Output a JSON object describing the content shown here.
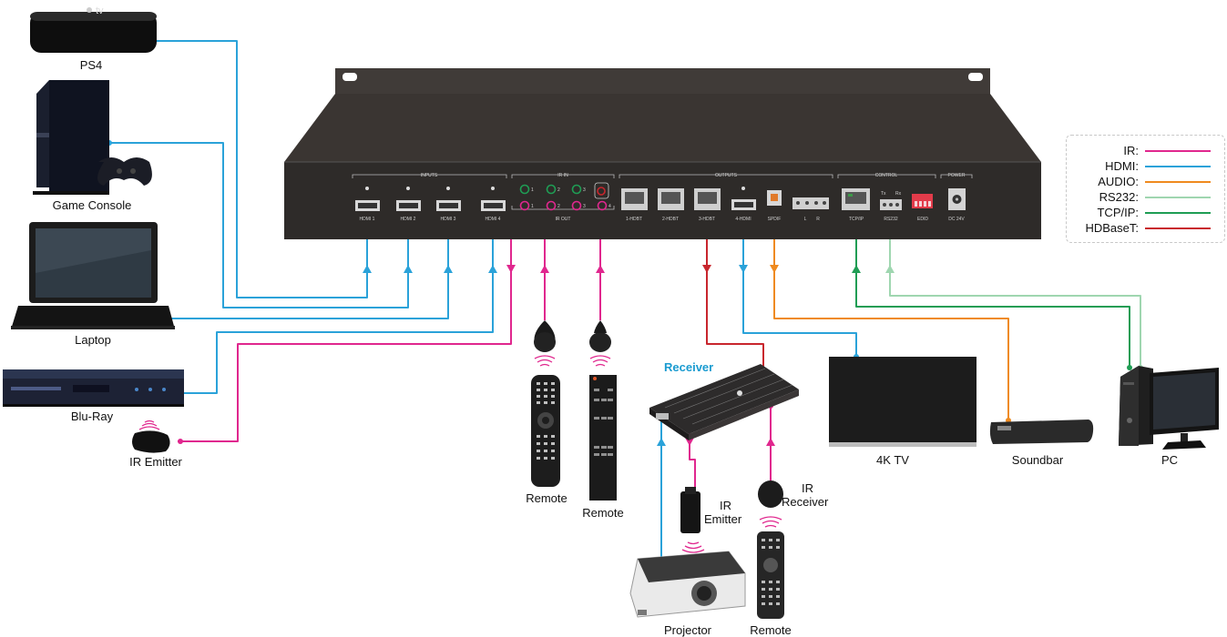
{
  "colors": {
    "ir": "#e0278e",
    "hdmi": "#2aa2d9",
    "audio": "#ef8a1f",
    "rs232": "#9fd6b0",
    "tcpip": "#1f9d54",
    "hdbaset": "#c8262d"
  },
  "legend": [
    {
      "label": "IR:",
      "color_key": "ir"
    },
    {
      "label": "HDMI:",
      "color_key": "hdmi"
    },
    {
      "label": "AUDIO:",
      "color_key": "audio"
    },
    {
      "label": "RS232:",
      "color_key": "rs232"
    },
    {
      "label": "TCP/IP:",
      "color_key": "tcpip"
    },
    {
      "label": "HDBaseT:",
      "color_key": "hdbaset"
    }
  ],
  "devices": {
    "apple_tv_brand": "tv",
    "ps4": "PS4",
    "game_console": "Game Console",
    "laptop": "Laptop",
    "bluray": "Blu-Ray",
    "ir_emitter_left": "IR Emitter",
    "remote_1": "Remote",
    "remote_2": "Remote",
    "receiver": "Receiver",
    "ir_emitter_rx_1": "IR",
    "ir_emitter_rx_2": "Emitter",
    "ir_receiver_1": "IR",
    "ir_receiver_2": "Receiver",
    "projector": "Projector",
    "remote_3": "Remote",
    "tv_4k": "4K TV",
    "soundbar": "Soundbar",
    "pc": "PC"
  },
  "panel": {
    "sections": {
      "inputs": "INPUTS",
      "ir_in": "IR IN",
      "ir_out": "IR OUT",
      "outputs": "OUTPUTS",
      "control": "CONTROL",
      "power": "POWER"
    },
    "ports": {
      "hdmi1": "HDMI 1",
      "hdmi2": "HDMI 2",
      "hdmi3": "HDMI 3",
      "hdmi4": "HDMI 4",
      "ir1": "1",
      "ir2": "2",
      "ir3": "3",
      "ir4": "4",
      "hdbt1": "1-HDBT",
      "hdbt2": "2-HDBT",
      "hdbt3": "3-HDBT",
      "hdmi_out4": "4-HDMI",
      "spdif": "SPDIF",
      "audio_l": "L",
      "audio_r": "R",
      "tcpip": "TCP/IP",
      "rs232": "RS232",
      "tx": "Tx",
      "rx": "Rx",
      "edid": "EDID",
      "dc": "DC 24V"
    }
  }
}
